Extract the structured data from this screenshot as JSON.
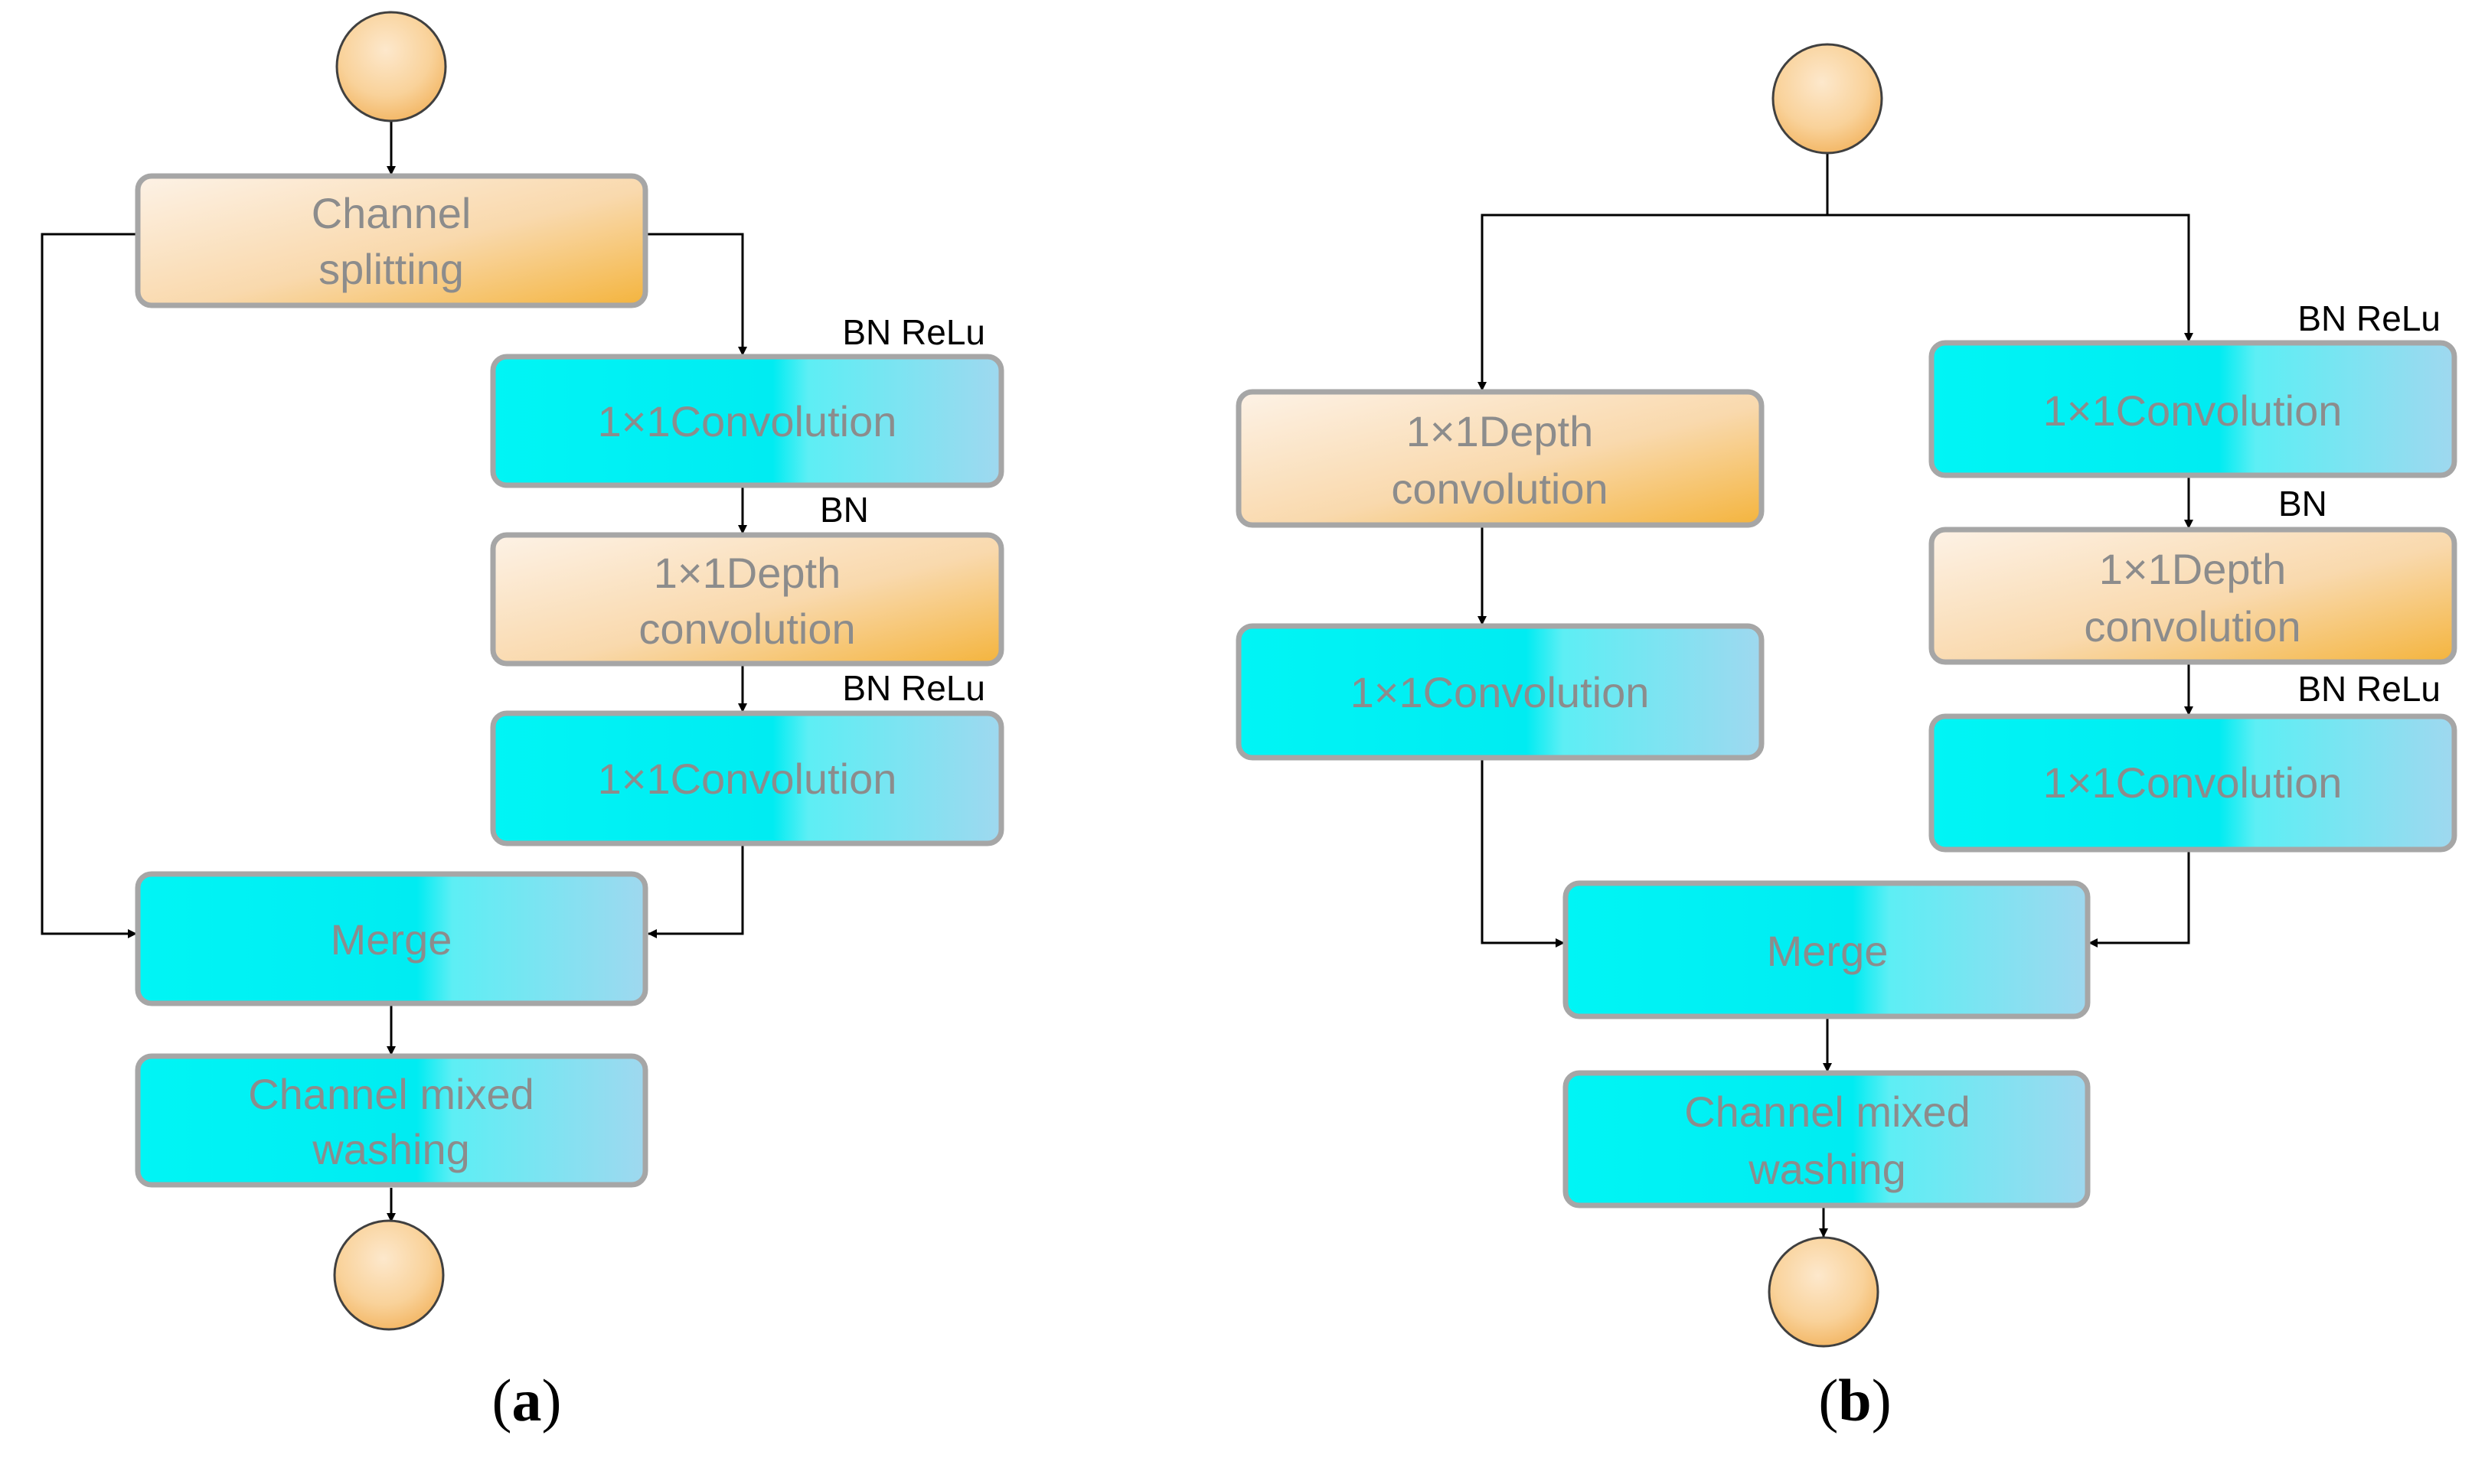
{
  "panel_a": {
    "caption": "(a)",
    "caption_letter": "a",
    "boxes": {
      "split": [
        "Channel",
        "splitting"
      ],
      "conv1": [
        "1×1Convolution"
      ],
      "depth": [
        "1×1Depth",
        "convolution"
      ],
      "conv2": [
        "1×1Convolution"
      ],
      "merge": [
        "Merge"
      ],
      "shuffle": [
        "Channel mixed",
        "washing"
      ]
    },
    "annotations": {
      "bn_relu_1": "BN ReLu",
      "bn": "BN",
      "bn_relu_2": "BN ReLu"
    }
  },
  "panel_b": {
    "caption": "(b)",
    "caption_letter": "b",
    "boxes": {
      "left_depth": [
        "1×1Depth",
        "convolution"
      ],
      "left_conv": [
        "1×1Convolution"
      ],
      "right_conv1": [
        "1×1Convolution"
      ],
      "right_depth": [
        "1×1Depth",
        "convolution"
      ],
      "right_conv2": [
        "1×1Convolution"
      ],
      "merge": [
        "Merge"
      ],
      "shuffle": [
        "Channel mixed",
        "washing"
      ]
    },
    "annotations": {
      "bn_relu_1": "BN ReLu",
      "bn": "BN",
      "bn_relu_2": "BN ReLu"
    }
  },
  "colors": {
    "orange_start": "#fcebd8",
    "orange_end": "#f5b942",
    "cyan_start": "#00f6f6",
    "cyan_end": "#9adcf0",
    "box_border": "#a6a6a6",
    "box_text": "#8c8c8c"
  }
}
